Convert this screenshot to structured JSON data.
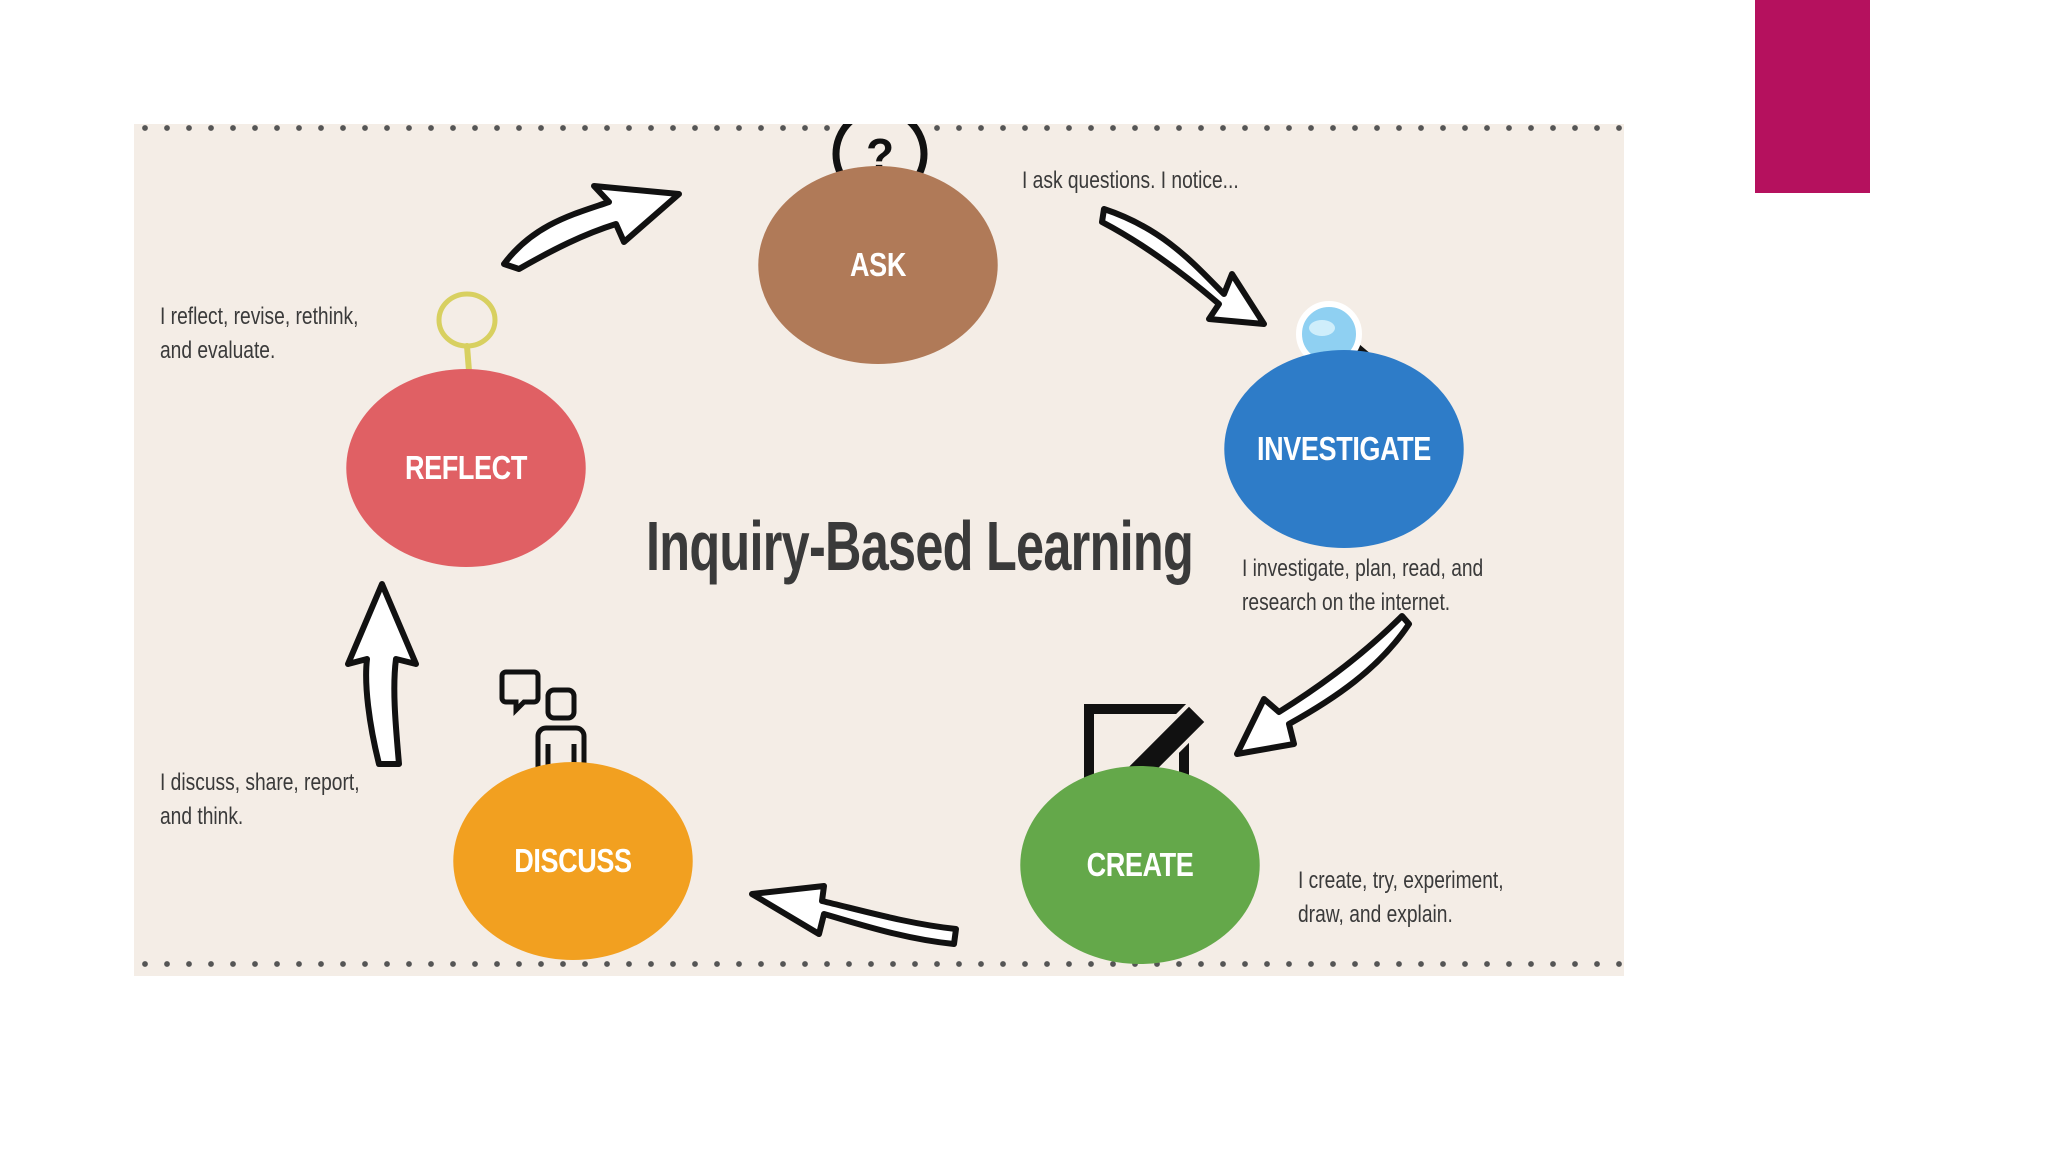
{
  "colors": {
    "accent": "#b5115e",
    "ask": "#b07a58",
    "investigate": "#2e7cc8",
    "create": "#64a84a",
    "discuss": "#f2a020",
    "reflect": "#e06064",
    "background": "#f4ede6"
  },
  "diagram": {
    "title": "Inquiry-Based Learning",
    "nodes": [
      {
        "id": "ask",
        "label": "ASK",
        "description": "I ask questions. I notice...",
        "icon": "question-icon"
      },
      {
        "id": "investigate",
        "label": "INVESTIGATE",
        "description": "I investigate, plan, read, and research on the internet.",
        "icon": "magnifier-icon"
      },
      {
        "id": "create",
        "label": "CREATE",
        "description": "I create, try, experiment, draw, and explain.",
        "icon": "edit-icon"
      },
      {
        "id": "discuss",
        "label": "DISCUSS",
        "description": "I discuss, share, report, and think.",
        "icon": "person-speech-icon"
      },
      {
        "id": "reflect",
        "label": "REFLECT",
        "description": "I reflect, revise, rethink, and evaluate.",
        "icon": "lightbulb-icon"
      }
    ],
    "descriptions": {
      "ask": [
        "I ask questions. I notice..."
      ],
      "investigate": [
        "I investigate, plan, read, and",
        "research on the internet."
      ],
      "create": [
        "I create, try, experiment,",
        "draw, and explain."
      ],
      "discuss": [
        "I discuss, share, report,",
        "and think."
      ],
      "reflect": [
        "I reflect, revise, rethink,",
        "and evaluate."
      ]
    }
  }
}
